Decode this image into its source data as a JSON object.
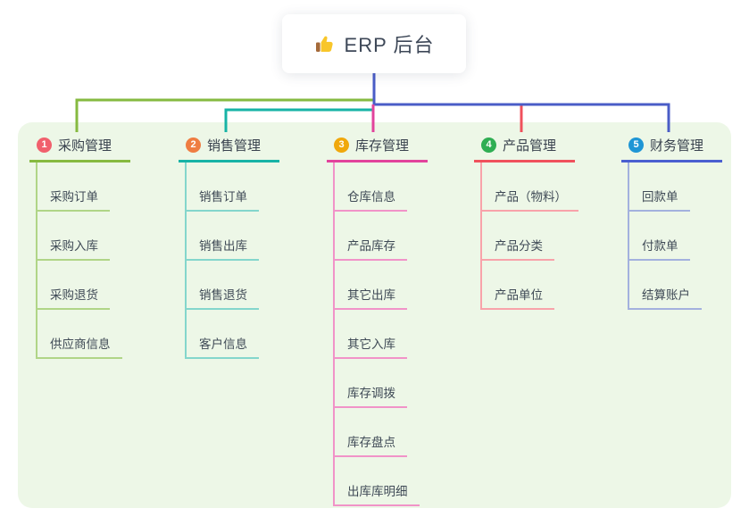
{
  "root": {
    "label": "ERP 后台",
    "icon": "thumbs-up"
  },
  "connector_color": "#4a5dc7",
  "canvas_bg": "#edf7e7",
  "branches": [
    {
      "index": "1",
      "label": "采购管理",
      "color": "#86ba40",
      "light_color": "#b0d587",
      "badge_color": "#f1606d",
      "children": [
        "采购订单",
        "采购入库",
        "采购退货",
        "供应商信息"
      ]
    },
    {
      "index": "2",
      "label": "销售管理",
      "color": "#17b3a6",
      "light_color": "#84d6cc",
      "badge_color": "#ef7d42",
      "children": [
        "销售订单",
        "销售出库",
        "销售退货",
        "客户信息"
      ]
    },
    {
      "index": "3",
      "label": "库存管理",
      "color": "#e2439c",
      "light_color": "#f193c8",
      "badge_color": "#f0a80c",
      "children": [
        "仓库信息",
        "产品库存",
        "其它出库",
        "其它入库",
        "库存调拨",
        "库存盘点",
        "出库库明细"
      ]
    },
    {
      "index": "4",
      "label": "产品管理",
      "color": "#f0515c",
      "light_color": "#f8a3aa",
      "badge_color": "#2fae53",
      "children": [
        "产品（物料）",
        "产品分类",
        "产品单位"
      ]
    },
    {
      "index": "5",
      "label": "财务管理",
      "color": "#4a5fd0",
      "light_color": "#a3b1de",
      "badge_color": "#1f96d5",
      "children": [
        "回款单",
        "付款单",
        "结算账户"
      ]
    }
  ]
}
